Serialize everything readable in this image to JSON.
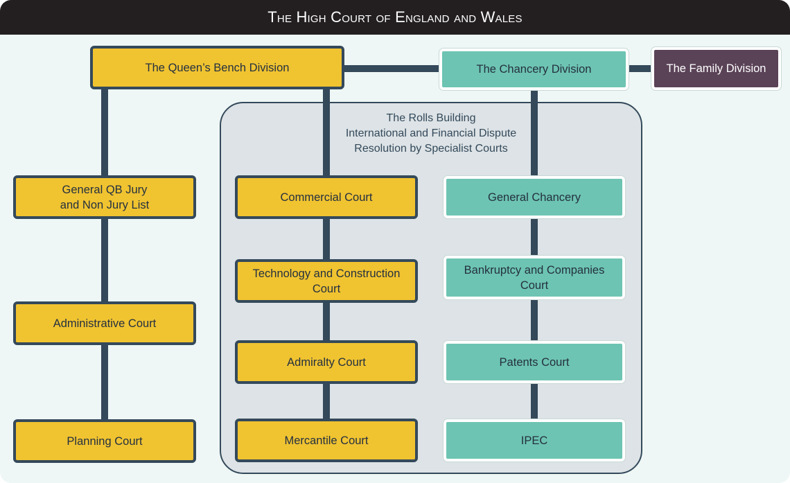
{
  "header": {
    "title": "The High Court of England and Wales"
  },
  "rolls_building": {
    "line1": "The Rolls Building",
    "line2": "International and Financial Dispute",
    "line3": "Resolution by Specialist Courts"
  },
  "divisions": {
    "queens_bench": "The Queen’s Bench Division",
    "chancery": "The Chancery Division",
    "family": "The Family Division"
  },
  "qb_courts": {
    "general_list_line1": "General QB Jury",
    "general_list_line2": "and Non Jury List",
    "administrative": "Administrative Court",
    "planning": "Planning Court"
  },
  "rolls_qb_courts": {
    "commercial": "Commercial Court",
    "tcc_line1": "Technology and Construction",
    "tcc_line2": "Court",
    "admiralty": "Admiralty Court",
    "mercantile": "Mercantile Court"
  },
  "chancery_courts": {
    "general": "General Chancery",
    "bankruptcy_line1": "Bankruptcy and Companies",
    "bankruptcy_line2": "Court",
    "patents": "Patents Court",
    "ipec": "IPEC"
  },
  "colors": {
    "queens_bench": "#f0c330",
    "chancery": "#6dc4b2",
    "family": "#5a4257",
    "connector": "#34495a"
  }
}
